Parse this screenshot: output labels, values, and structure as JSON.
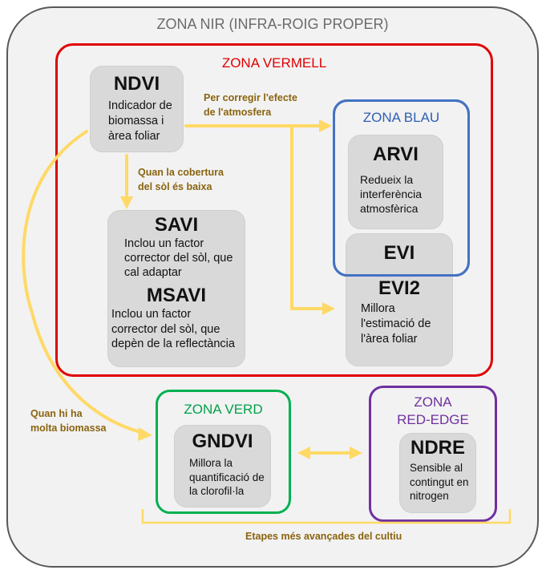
{
  "colors": {
    "nir_border": "#595959",
    "nir_fill": "#f2f2f2",
    "red": "#e00000",
    "blue": "#4472c4",
    "green": "#00b050",
    "purple": "#7030a0",
    "arrow": "#ffd966",
    "note_text": "#8a6410",
    "card_fill": "#d9d9d9"
  },
  "zones": {
    "nir": "ZONA NIR (INFRA-ROIG PROPER)",
    "red": "ZONA VERMELL",
    "blue": "ZONA BLAU",
    "green": "ZONA VERD",
    "rededge_line1": "ZONA",
    "rededge_line2": "RED-EDGE"
  },
  "indices": {
    "ndvi": {
      "title": "NDVI",
      "text": "Indicador de biomassa i àrea foliar"
    },
    "savi": {
      "title": "SAVI",
      "text": "Inclou un factor corrector del sòl, que cal adaptar"
    },
    "msavi": {
      "title": "MSAVI",
      "text": "Inclou un factor corrector del sòl, que depèn de la reflectància"
    },
    "arvi": {
      "title": "ARVI",
      "text": "Redueix la interferència atmosfèrica"
    },
    "evi": {
      "title": "EVI"
    },
    "evi2": {
      "title": "EVI2",
      "text": "Millora l'estimació de l'àrea foliar"
    },
    "gndvi": {
      "title": "GNDVI",
      "text": "Millora la quantificació de la clorofil·la"
    },
    "ndre": {
      "title": "NDRE",
      "text": "Sensible al contingut en nitrogen"
    }
  },
  "annotations": {
    "atmosphere": "Per corregir l'efecte de l'atmosfera",
    "low_cover": "Quan la cobertura del sòl és baixa",
    "high_biomass": "Quan hi ha molta biomassa",
    "advanced_stages": "Etapes més avançades del cultiu"
  }
}
